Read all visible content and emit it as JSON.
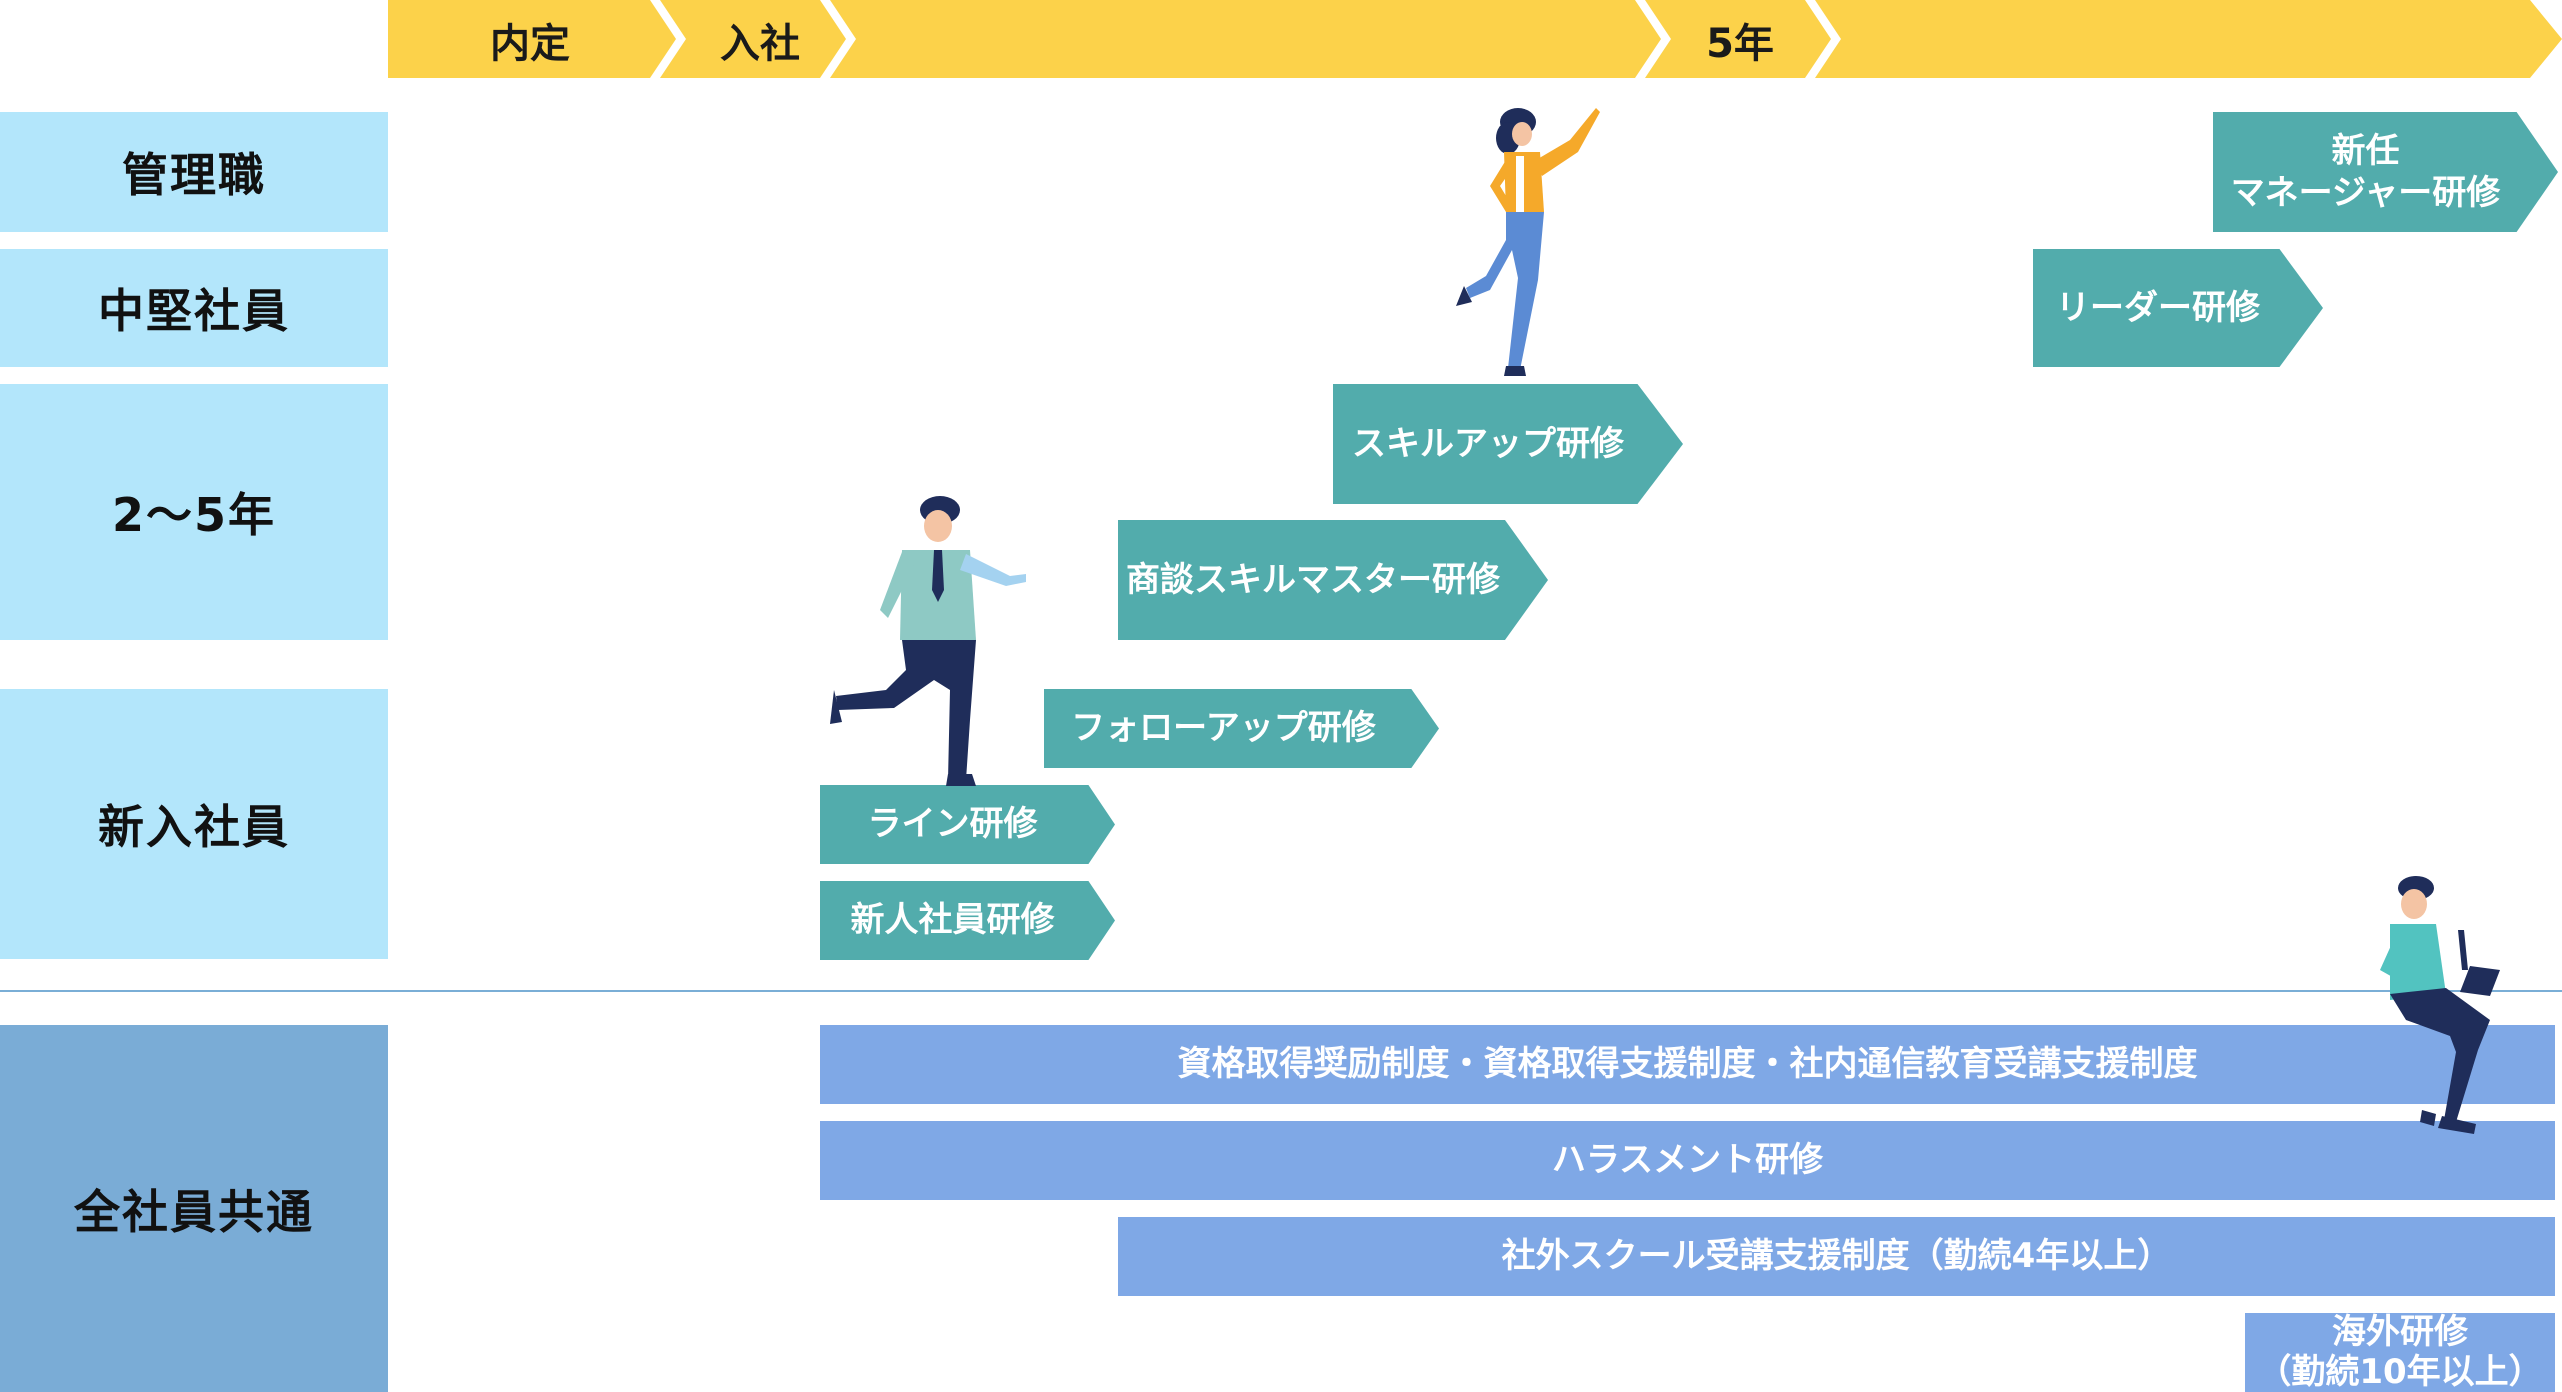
{
  "timeline": {
    "phases": [
      "内定",
      "入社",
      "",
      "5年",
      ""
    ],
    "color": "#fcd24a"
  },
  "categories": {
    "manager": "管理職",
    "mid": "中堅社員",
    "years": "2〜5年",
    "newhire": "新入社員",
    "common": "全社員共通"
  },
  "trainings": {
    "new_manager_line1": "新任",
    "new_manager_line2": "マネージャー研修",
    "leader": "リーダー研修",
    "skillup": "スキルアップ研修",
    "negotiation": "商談スキルマスター研修",
    "followup": "フォローアップ研修",
    "line": "ライン研修",
    "newhire": "新人社員研修"
  },
  "common_programs": {
    "qualification": "資格取得奨励制度・資格取得支援制度・社内通信教育受講支援制度",
    "harassment": "ハラスメント研修",
    "external_school": "社外スクール受講支援制度（勤続4年以上）",
    "overseas_line1": "海外研修",
    "overseas_line2": "（勤続10年以上）"
  },
  "colors": {
    "arrow": "#52acac",
    "category_light": "#b3e6fb",
    "category_common": "#7aacd6",
    "program_bar": "#7fa8e6",
    "divider": "#7aaed6"
  },
  "icons": [
    "person-reaching-illustration",
    "businessman-walking-illustration",
    "person-writing-illustration"
  ]
}
